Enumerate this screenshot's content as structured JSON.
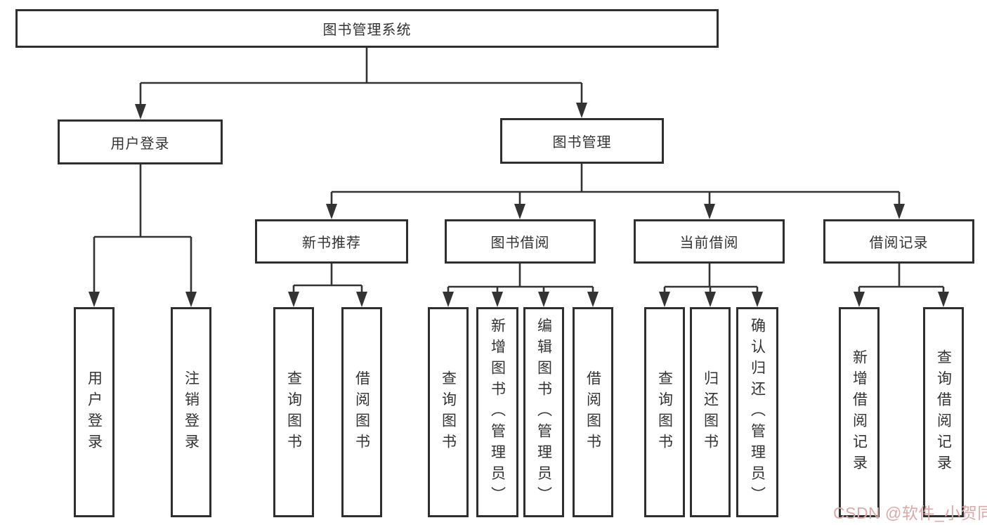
{
  "tree": {
    "root": {
      "label": "图书管理系统",
      "children": [
        {
          "label": "用户登录",
          "children": [
            {
              "label": "用户登录"
            },
            {
              "label": "注销登录"
            }
          ]
        },
        {
          "label": "图书管理",
          "children": [
            {
              "label": "新书推荐",
              "children": [
                {
                  "label": "查询图书"
                },
                {
                  "label": "借阅图书"
                }
              ]
            },
            {
              "label": "图书借阅",
              "children": [
                {
                  "label": "查询图书"
                },
                {
                  "label": "新增图书（管理员）"
                },
                {
                  "label": "编辑图书（管理员）"
                },
                {
                  "label": "借阅图书"
                }
              ]
            },
            {
              "label": "当前借阅",
              "children": [
                {
                  "label": "查询图书"
                },
                {
                  "label": "归还图书"
                },
                {
                  "label": "确认归还（管理员）"
                }
              ]
            },
            {
              "label": "借阅记录",
              "children": [
                {
                  "label": "新增借阅记录"
                },
                {
                  "label": "查询借阅记录"
                }
              ]
            }
          ]
        }
      ]
    }
  },
  "watermark": {
    "text": "CSDN @软件_小贺同学"
  },
  "colors": {
    "line": "#333333",
    "box_border": "#2f2f2f",
    "text": "#333333",
    "watermark": "#dda8a8",
    "background": "#ffffff"
  }
}
